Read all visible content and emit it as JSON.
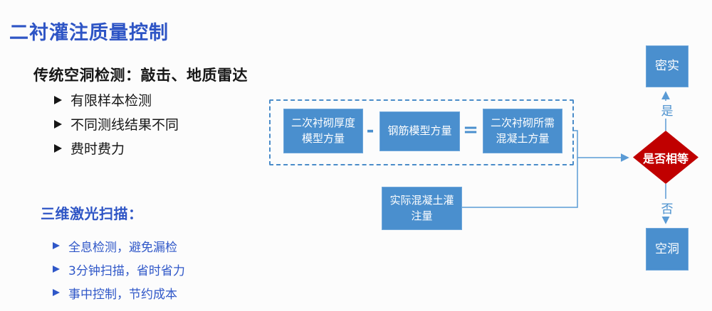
{
  "slide": {
    "title": "二衬灌注质量控制",
    "colors": {
      "title_blue": "#2E55C5",
      "box_blue": "#4A8FCE",
      "diamond_red": "#C00000",
      "connector_blue": "#5B9BD5",
      "dashed_border_blue": "#4A8CC9",
      "text_black": "#161616"
    }
  },
  "traditional": {
    "heading": "传统空洞检测：敲击、地质雷达",
    "bullet_icon": "arrowhead-right",
    "bullets": [
      "有限样本检测",
      "不同测线结果不同",
      "费时费力"
    ]
  },
  "laser": {
    "heading": "三维激光扫描：",
    "bullet_icon": "arrowhead-right",
    "bullets": [
      "全息检测，避免漏检",
      "3分钟扫描，省时省力",
      "事中控制，节约成本"
    ]
  },
  "flowchart": {
    "thickness_model_box": "二次衬砌厚度\n模型方量",
    "minus_sign": "-",
    "rebar_model_box": "钢筋模型方量",
    "equals_sign": "=",
    "required_concrete_box": "二次衬砌所需\n混凝土方量",
    "actual_pour_box": "实际混凝土灌\n注量",
    "decision_diamond": "是否相等",
    "yes_label": "是",
    "no_label": "否",
    "dense_box": "密实",
    "cavity_box": "空洞"
  }
}
